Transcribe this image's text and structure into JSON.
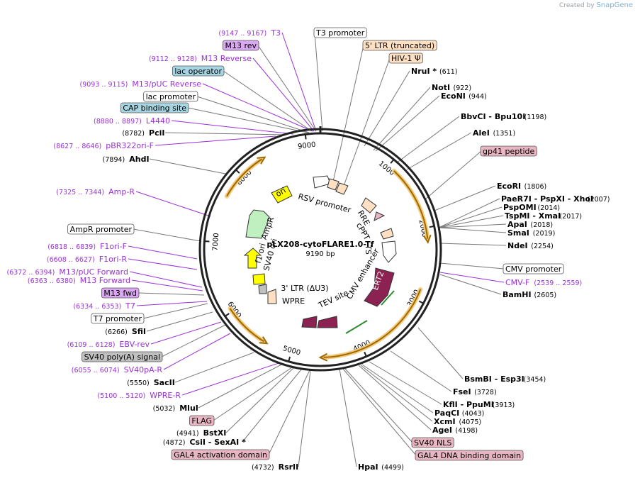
{
  "credit": {
    "prefix": "Created by",
    "brand": "SnapGene"
  },
  "plasmid": {
    "name": "pLX208-cytoFLARE1.0-Tf",
    "size_label": "9190 bp",
    "length": 9190
  },
  "tick_labels": [
    "1000",
    "2000",
    "3000",
    "4000",
    "5000",
    "6000",
    "7000",
    "8000",
    "9000"
  ],
  "colors": {
    "primer": "#9b30d9",
    "enzyme": "#000000",
    "feature_orange": "#ffe0c2",
    "feature_blue": "#a8d5e2",
    "feature_purple": "#d9a8f0",
    "feature_pink": "#e8b6c2",
    "feature_gray": "#c0c0c0",
    "arrow_orange": "#f0b030",
    "ert2": "#8b2252",
    "yellow": "#ffff00",
    "green": "#c0f0c0"
  },
  "labels": [
    {
      "id": "t3",
      "kind": "primer",
      "num": "(9147 .. 9167)",
      "text": "T3"
    },
    {
      "id": "m13rev",
      "kind": "box_purple",
      "text": "M13 rev"
    },
    {
      "id": "m13reverse",
      "kind": "primer",
      "num": "(9112 .. 9128)",
      "text": "M13 Reverse"
    },
    {
      "id": "lacop",
      "kind": "box_blue",
      "text": "lac operator"
    },
    {
      "id": "m13puc_rev",
      "kind": "primer",
      "num": "(9093 .. 9115)",
      "text": "M13/pUC Reverse"
    },
    {
      "id": "lacprom",
      "kind": "box_white",
      "text": "lac promoter"
    },
    {
      "id": "cap",
      "kind": "box_blue",
      "text": "CAP binding site"
    },
    {
      "id": "l4440",
      "kind": "primer",
      "num": "(8880 .. 8897)",
      "text": "L4440"
    },
    {
      "id": "pcii",
      "kind": "enzyme",
      "num": "(8782)",
      "text": "PciI"
    },
    {
      "id": "pbr322",
      "kind": "primer",
      "num": "(8627 .. 8646)",
      "text": "pBR322ori-F"
    },
    {
      "id": "ahdi",
      "kind": "enzyme",
      "num": "(7894)",
      "text": "AhdI"
    },
    {
      "id": "ampr_primer",
      "kind": "primer",
      "num": "(7325 .. 7344)",
      "text": "Amp-R"
    },
    {
      "id": "amprprom",
      "kind": "box_white",
      "text": "AmpR promoter"
    },
    {
      "id": "f1orif",
      "kind": "primer",
      "num": "(6818 .. 6839)",
      "text": "F1ori-F"
    },
    {
      "id": "f1orir",
      "kind": "primer",
      "num": "(6608 .. 6627)",
      "text": "F1ori-R"
    },
    {
      "id": "m13pucfwd",
      "kind": "primer",
      "num": "(6372 .. 6394)",
      "text": "M13/pUC Forward"
    },
    {
      "id": "m13forward",
      "kind": "primer",
      "num": "(6363 .. 6380)",
      "text": "M13 Forward"
    },
    {
      "id": "m13fwd",
      "kind": "box_purple",
      "text": "M13 fwd"
    },
    {
      "id": "t7",
      "kind": "primer",
      "num": "(6334 .. 6353)",
      "text": "T7"
    },
    {
      "id": "t7prom",
      "kind": "box_white",
      "text": "T7 promoter"
    },
    {
      "id": "sfii",
      "kind": "enzyme",
      "num": "(6266)",
      "text": "SfiI"
    },
    {
      "id": "ebvrev",
      "kind": "primer",
      "num": "(6109 .. 6128)",
      "text": "EBV-rev"
    },
    {
      "id": "sv40polya",
      "kind": "box_gray",
      "text": "SV40 poly(A) signal"
    },
    {
      "id": "sv40par",
      "kind": "primer",
      "num": "(6055 .. 6074)",
      "text": "SV40pA-R"
    },
    {
      "id": "sacii",
      "kind": "enzyme",
      "num": "(5550)",
      "text": "SacII"
    },
    {
      "id": "wprer",
      "kind": "primer",
      "num": "(5100 .. 5120)",
      "text": "WPRE-R"
    },
    {
      "id": "mlui",
      "kind": "enzyme",
      "num": "(5032)",
      "text": "MluI"
    },
    {
      "id": "flag",
      "kind": "box_pink",
      "text": "FLAG"
    },
    {
      "id": "bstxi",
      "kind": "enzyme",
      "num": "(4941)",
      "text": "BstXI"
    },
    {
      "id": "csii",
      "kind": "enzyme",
      "num": "(4872)",
      "text": "CsiI  - SexAI *"
    },
    {
      "id": "gal4ad",
      "kind": "box_pink",
      "text": "GAL4 activation domain"
    },
    {
      "id": "rsrii",
      "kind": "enzyme",
      "num": "(4732)",
      "text": "RsrII"
    },
    {
      "id": "hpai",
      "kind": "enzyme",
      "num": "(4499)",
      "text": "HpaI"
    },
    {
      "id": "gal4dbd",
      "kind": "box_pink",
      "text": "GAL4 DNA binding domain"
    },
    {
      "id": "sv40nls",
      "kind": "box_pink",
      "text": "SV40 NLS"
    },
    {
      "id": "agei",
      "kind": "enzyme",
      "num": "(4198)",
      "text": "AgeI"
    },
    {
      "id": "xcmi",
      "kind": "enzyme",
      "num": "(4075)",
      "text": "XcmI"
    },
    {
      "id": "paqci",
      "kind": "enzyme",
      "num": "(4043)",
      "text": "PaqCI"
    },
    {
      "id": "kfli",
      "kind": "enzyme",
      "num": "(3913)",
      "text": "KflI  - PpuMI"
    },
    {
      "id": "fsei",
      "kind": "enzyme",
      "num": "(3728)",
      "text": "FseI"
    },
    {
      "id": "bsmbi",
      "kind": "enzyme",
      "num": "(3454)",
      "text": "BsmBI  - Esp3I"
    },
    {
      "id": "bamhi",
      "kind": "enzyme",
      "num": "(2605)",
      "text": "BamHI"
    },
    {
      "id": "cmvf",
      "kind": "primer",
      "num": "(2539 .. 2559)",
      "text": "CMV-F"
    },
    {
      "id": "cmvprom",
      "kind": "box_white",
      "text": "CMV promoter"
    },
    {
      "id": "ndei",
      "kind": "enzyme",
      "num": "(2254)",
      "text": "NdeI"
    },
    {
      "id": "smai",
      "kind": "enzyme",
      "num": "(2019)",
      "text": "SmaI"
    },
    {
      "id": "apai",
      "kind": "enzyme",
      "num": "(2018)",
      "text": "ApaI"
    },
    {
      "id": "tspmi",
      "kind": "enzyme",
      "num": "(2017)",
      "text": "TspMI  - XmaI"
    },
    {
      "id": "pspomi",
      "kind": "enzyme",
      "num": "(2014)",
      "text": "PspOMI"
    },
    {
      "id": "paer7i",
      "kind": "enzyme",
      "num": "(2007)",
      "text": "PaeR7I  - PspXI  - XhoI"
    },
    {
      "id": "ecori",
      "kind": "enzyme",
      "num": "(1806)",
      "text": "EcoRI"
    },
    {
      "id": "gp41",
      "kind": "box_pink",
      "text": "gp41 peptide"
    },
    {
      "id": "alei",
      "kind": "enzyme",
      "num": "(1351)",
      "text": "AleI"
    },
    {
      "id": "bbvci",
      "kind": "enzyme",
      "num": "(1198)",
      "text": "BbvCI  - Bpu10I"
    },
    {
      "id": "econi",
      "kind": "enzyme",
      "num": "(944)",
      "text": "EcoNI"
    },
    {
      "id": "noti",
      "kind": "enzyme",
      "num": "(922)",
      "text": "NotI"
    },
    {
      "id": "nrui",
      "kind": "enzyme",
      "num": "(611)",
      "text": "NruI *"
    },
    {
      "id": "hiv1",
      "kind": "box_orange",
      "text": "HIV-1 Ψ"
    },
    {
      "id": "ltr5",
      "kind": "box_orange",
      "text": "5' LTR (truncated)"
    },
    {
      "id": "t3prom",
      "kind": "box_white",
      "text": "T3 promoter"
    }
  ],
  "inner_labels": [
    {
      "id": "rsv",
      "text": "RSV promoter"
    },
    {
      "id": "rre",
      "text": "RRE"
    },
    {
      "id": "cppt",
      "text": "cPPT"
    },
    {
      "id": "ts",
      "text": "TS"
    },
    {
      "id": "cmvenh",
      "text": "CMV enhancer"
    },
    {
      "id": "ert2",
      "text": "ERT2"
    },
    {
      "id": "tev",
      "text": "TEV site"
    },
    {
      "id": "wpre",
      "text": "WPRE"
    },
    {
      "id": "ltr3",
      "text": "3' LTR (ΔU3)"
    },
    {
      "id": "sv40ori",
      "text": "SV40 ori"
    },
    {
      "id": "f1ori",
      "text": "f1 ori"
    },
    {
      "id": "ampr",
      "text": "AmpR"
    },
    {
      "id": "ori",
      "text": "ori"
    }
  ]
}
